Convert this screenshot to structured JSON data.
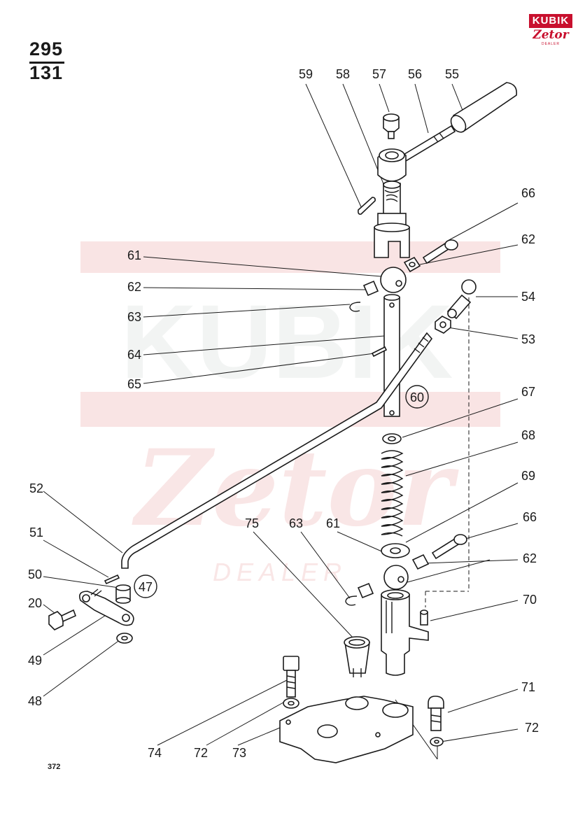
{
  "page_number": {
    "top": "295",
    "bottom": "131"
  },
  "sheet_number": "372",
  "logo": {
    "top_text": "KUBIK",
    "brand_text": "Zetor",
    "sub_text": "DEALER",
    "color": "#c8102e"
  },
  "watermark": {
    "word": "KUBIK",
    "brand": "Zetor",
    "sub": "DEALER",
    "color": "#e8a9a9"
  },
  "part_labels": {
    "l59": "59",
    "l58": "58",
    "l57": "57",
    "l56": "56",
    "l55": "55",
    "l66a": "66",
    "l62a": "62",
    "l61a": "61",
    "l62b": "62",
    "l63a": "63",
    "l54": "54",
    "l53": "53",
    "l64": "64",
    "l65": "65",
    "l60": "60",
    "l67": "67",
    "l68": "68",
    "l69": "69",
    "l52": "52",
    "l51": "51",
    "l50": "50",
    "l47": "47",
    "l20": "20",
    "l49": "49",
    "l48": "48",
    "l75": "75",
    "l63b": "63",
    "l61b": "61",
    "l66b": "66",
    "l62c": "62",
    "l70": "70",
    "l71": "71",
    "l72a": "72",
    "l72b": "72",
    "l73": "73",
    "l74": "74"
  }
}
